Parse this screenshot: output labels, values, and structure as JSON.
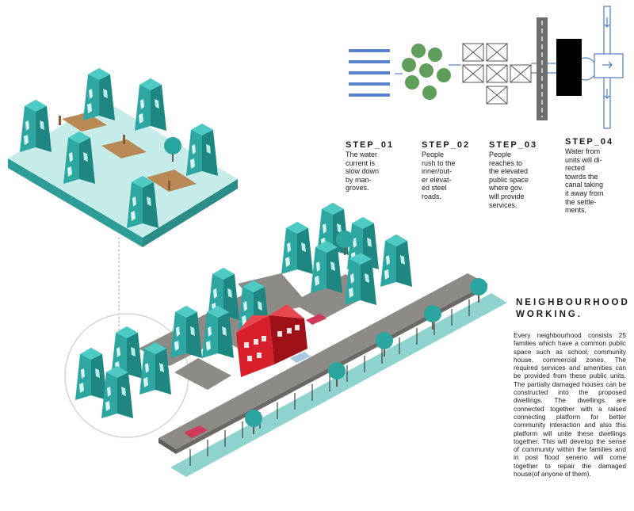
{
  "steps": [
    {
      "title": "STEP_01",
      "text": "The water\ncurrent is\nslow down\nby man-\ngroves."
    },
    {
      "title": "STEP_02",
      "text": "People\nrush to the\ninner/out-\ner elevat-\ned steel\nroads."
    },
    {
      "title": "STEP_03",
      "text": "People\nreaches to\nthe elevated\npublic space\nwhere gov.\nwill provide\nservices."
    },
    {
      "title": "STEP_04",
      "text": "Water from\nunits will di-\nrected\ntowrds the\ncanal taking\nit away from\nthe settle-\nments."
    }
  ],
  "neighbourhood": {
    "title": "NEIGHBOURHOOD\nWORKING.",
    "body": "Every neighbourhood consists 25 families which have a common public space such as school, community house, commercial zones. The required services and amenities can be provided from these public units. The partially damaged houses can be constructed into the proposed dwellings. The dwellings are connected together with a raised connecting platform for better community interaction and also this platform will unite these dwellings together. This will develop the sense of community within the families and in post flood senerio will come together to repair the damaged house(of anyone of them)."
  },
  "colors": {
    "teal": "#2aa5a0",
    "teal_light": "#5ed0cb",
    "teal_dark": "#1c7f7b",
    "platform_gray": "#8e8a86",
    "red_house": "#d8202c",
    "tree_green": "#5e9e5a",
    "diagram_blue": "#5b82cc",
    "road_gray": "#6e6e6e",
    "water_teal": "#4eb5b0"
  },
  "icons": [
    "water-lines-icon",
    "mangrove-icon",
    "steel-road-grid-icon",
    "elevated-road-icon",
    "public-unit-icon",
    "canal-icon",
    "tree-icon",
    "car-icon",
    "person-icon"
  ]
}
